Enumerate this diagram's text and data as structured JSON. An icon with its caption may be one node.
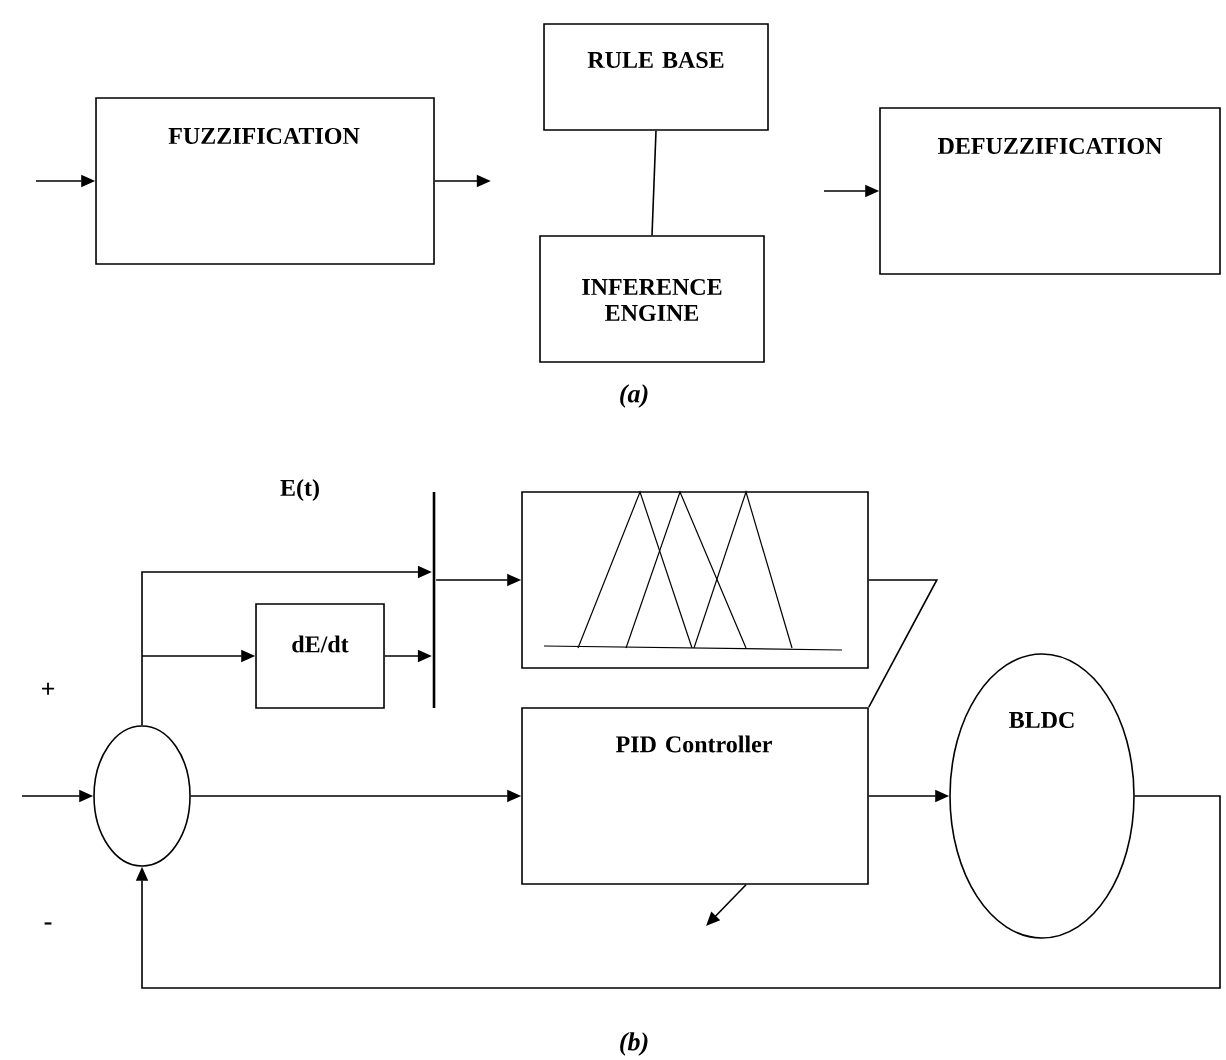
{
  "diagram": {
    "nodes": [
      {
        "text": [
          "FUZZIFICATION"
        ]
      },
      {
        "text": [
          "RULE BASE"
        ]
      },
      {
        "text": [
          "INFERENCE ENGINE"
        ]
      },
      {
        "text": [
          "DEFUZZIFICATION"
        ]
      },
      {
        "text": [],
        "shape": "circle"
      },
      {
        "text": [
          "dE/dt"
        ]
      },
      {
        "text": [],
        "shape": "bar"
      },
      {
        "text": [],
        "shape": "picture"
      },
      {
        "text": [
          "PID Controller"
        ]
      },
      {
        "text": [
          "BLDC"
        ]
      }
    ],
    "edges": [
      {
        "from": null,
        "to": 0,
        "arrow": "to"
      },
      {
        "from": 0,
        "to": null,
        "arrow": "to"
      },
      {
        "from": 1,
        "to": 2,
        "arrow": "none"
      },
      {
        "from": null,
        "to": 3,
        "arrow": "to"
      },
      {
        "from": null,
        "to": 4,
        "arrow": "to"
      },
      {
        "from": 4,
        "to": 6,
        "arrow": "to",
        "label": "E(t)"
      },
      {
        "from": 4,
        "to": 5,
        "arrow": "to"
      },
      {
        "from": 5,
        "to": 6,
        "arrow": "to"
      },
      {
        "from": 6,
        "to": 7,
        "arrow": "to"
      },
      {
        "from": 7,
        "to": 8,
        "arrow": "none"
      },
      {
        "from": 4,
        "to": 8,
        "arrow": "to"
      },
      {
        "from": 8,
        "to": 9,
        "arrow": "to"
      },
      {
        "from": 9,
        "to": 4,
        "arrow": "to"
      },
      {
        "from": 8,
        "to": null,
        "arrow": "to"
      }
    ],
    "labels": [
      "(a)",
      "+",
      "-",
      "(b)"
    ]
  }
}
